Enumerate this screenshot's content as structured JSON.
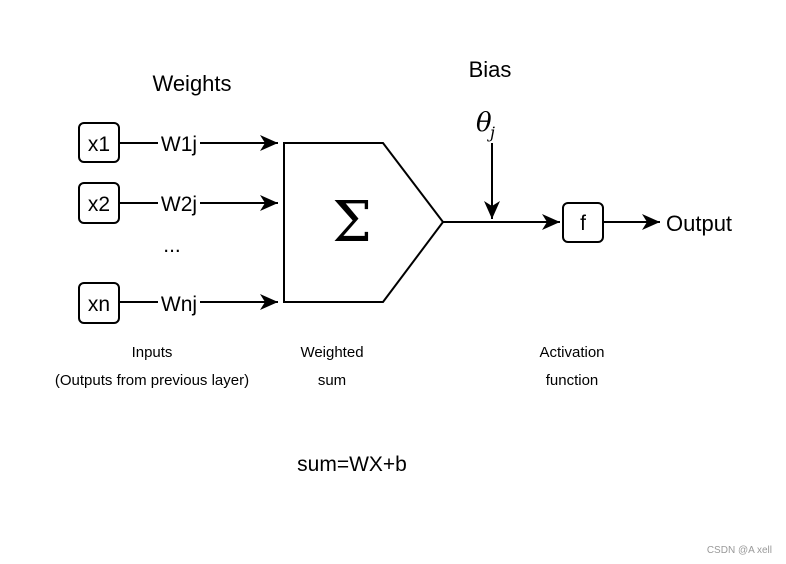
{
  "diagram": {
    "weights_title": "Weights",
    "bias_title": "Bias",
    "bias_symbol": "θ",
    "bias_subscript": "j",
    "inputs": [
      {
        "label": "x1",
        "weight": "W1j"
      },
      {
        "label": "x2",
        "weight": "W2j"
      },
      {
        "label": "xn",
        "weight": "Wnj"
      }
    ],
    "ellipsis": "...",
    "sum_symbol": "Σ",
    "activation_symbol": "f",
    "output_label": "Output",
    "caption_inputs_line1": "Inputs",
    "caption_inputs_line2": "(Outputs from previous layer)",
    "caption_sum_line1": "Weighted",
    "caption_sum_line2": "sum",
    "caption_activation_line1": "Activation",
    "caption_activation_line2": "function",
    "formula": "sum=WX+b",
    "watermark": "CSDN @A xell"
  }
}
